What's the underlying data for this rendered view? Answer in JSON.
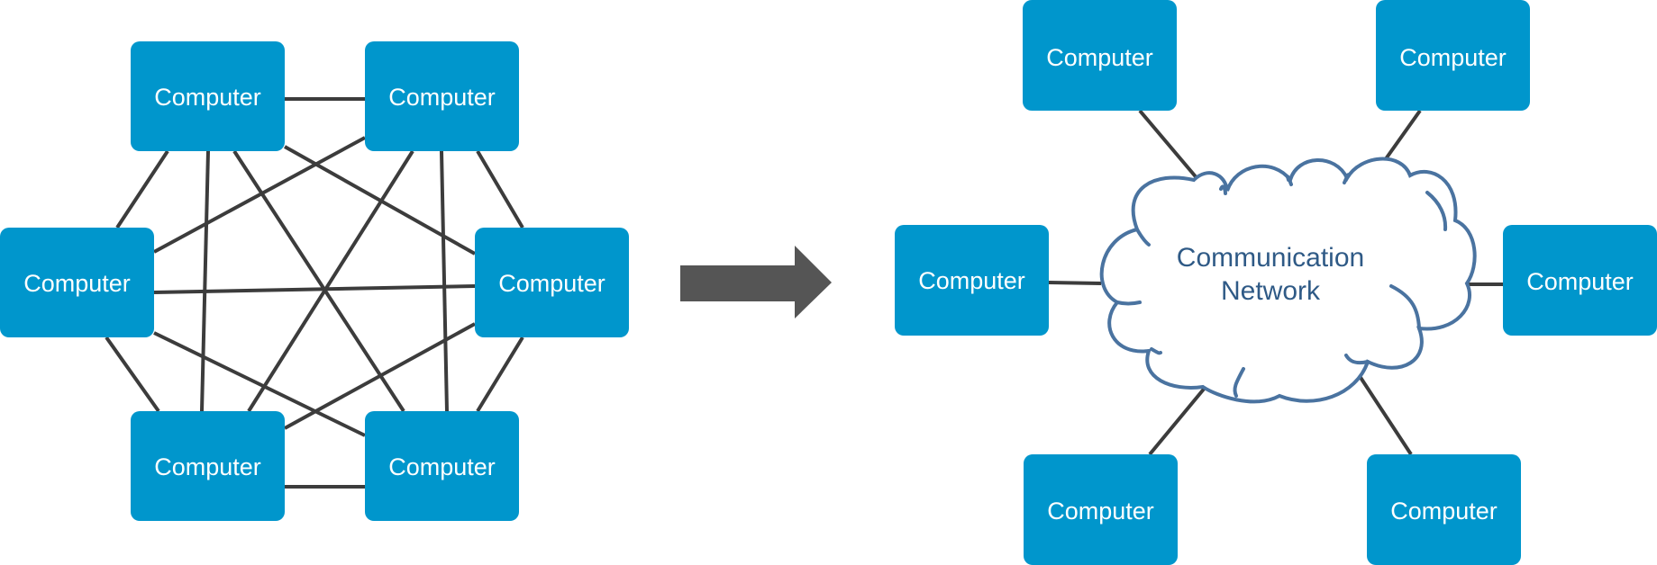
{
  "colors": {
    "node_fill": "#0096cc",
    "edge": "#3c3c3c",
    "arrow": "#555555",
    "cloud_stroke": "#4a73a0",
    "cloud_text": "#2f5a86",
    "background": "#ffffff"
  },
  "left_diagram": {
    "nodes": [
      {
        "id": "n1",
        "label": "Computer"
      },
      {
        "id": "n2",
        "label": "Computer"
      },
      {
        "id": "n3",
        "label": "Computer"
      },
      {
        "id": "n4",
        "label": "Computer"
      },
      {
        "id": "n5",
        "label": "Computer"
      },
      {
        "id": "n6",
        "label": "Computer"
      }
    ]
  },
  "right_diagram": {
    "cloud_label_line1": "Communication",
    "cloud_label_line2": "Network",
    "nodes": [
      {
        "id": "r1",
        "label": "Computer"
      },
      {
        "id": "r2",
        "label": "Computer"
      },
      {
        "id": "r3",
        "label": "Computer"
      },
      {
        "id": "r4",
        "label": "Computer"
      },
      {
        "id": "r5",
        "label": "Computer"
      },
      {
        "id": "r6",
        "label": "Computer"
      }
    ]
  }
}
